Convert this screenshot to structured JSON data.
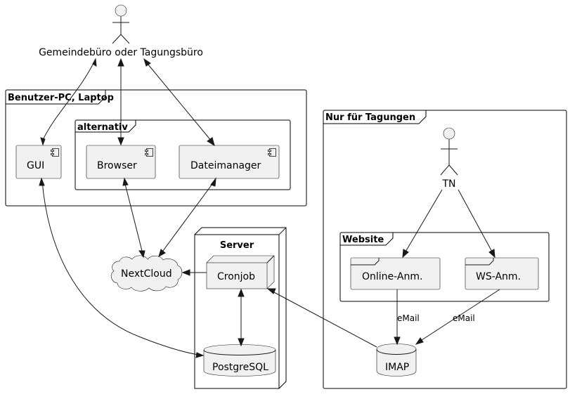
{
  "actors": {
    "office": "Gemeindebüro oder Tagungsbüro",
    "tn": "TN"
  },
  "frames": {
    "client": "Benutzer-PC, Laptop",
    "alternativ": "alternativ",
    "tagungen": "Nur für Tagungen",
    "website": "Website"
  },
  "nodes": {
    "server": "Server"
  },
  "components": {
    "gui": "GUI",
    "browser": "Browser",
    "dateimanager": "Dateimanager"
  },
  "cloud": {
    "nextcloud": "NextCloud"
  },
  "server_parts": {
    "cronjob": "Cronjob",
    "postgres": "PostgreSQL"
  },
  "website_parts": {
    "online": "Online-Anm.",
    "ws": "WS-Anm."
  },
  "mail": {
    "imap": "IMAP"
  },
  "edges": {
    "email_online": "eMail",
    "email_ws": "eMail"
  },
  "colors": {
    "element_fill": "#f1f1f1",
    "stroke": "#181818"
  }
}
